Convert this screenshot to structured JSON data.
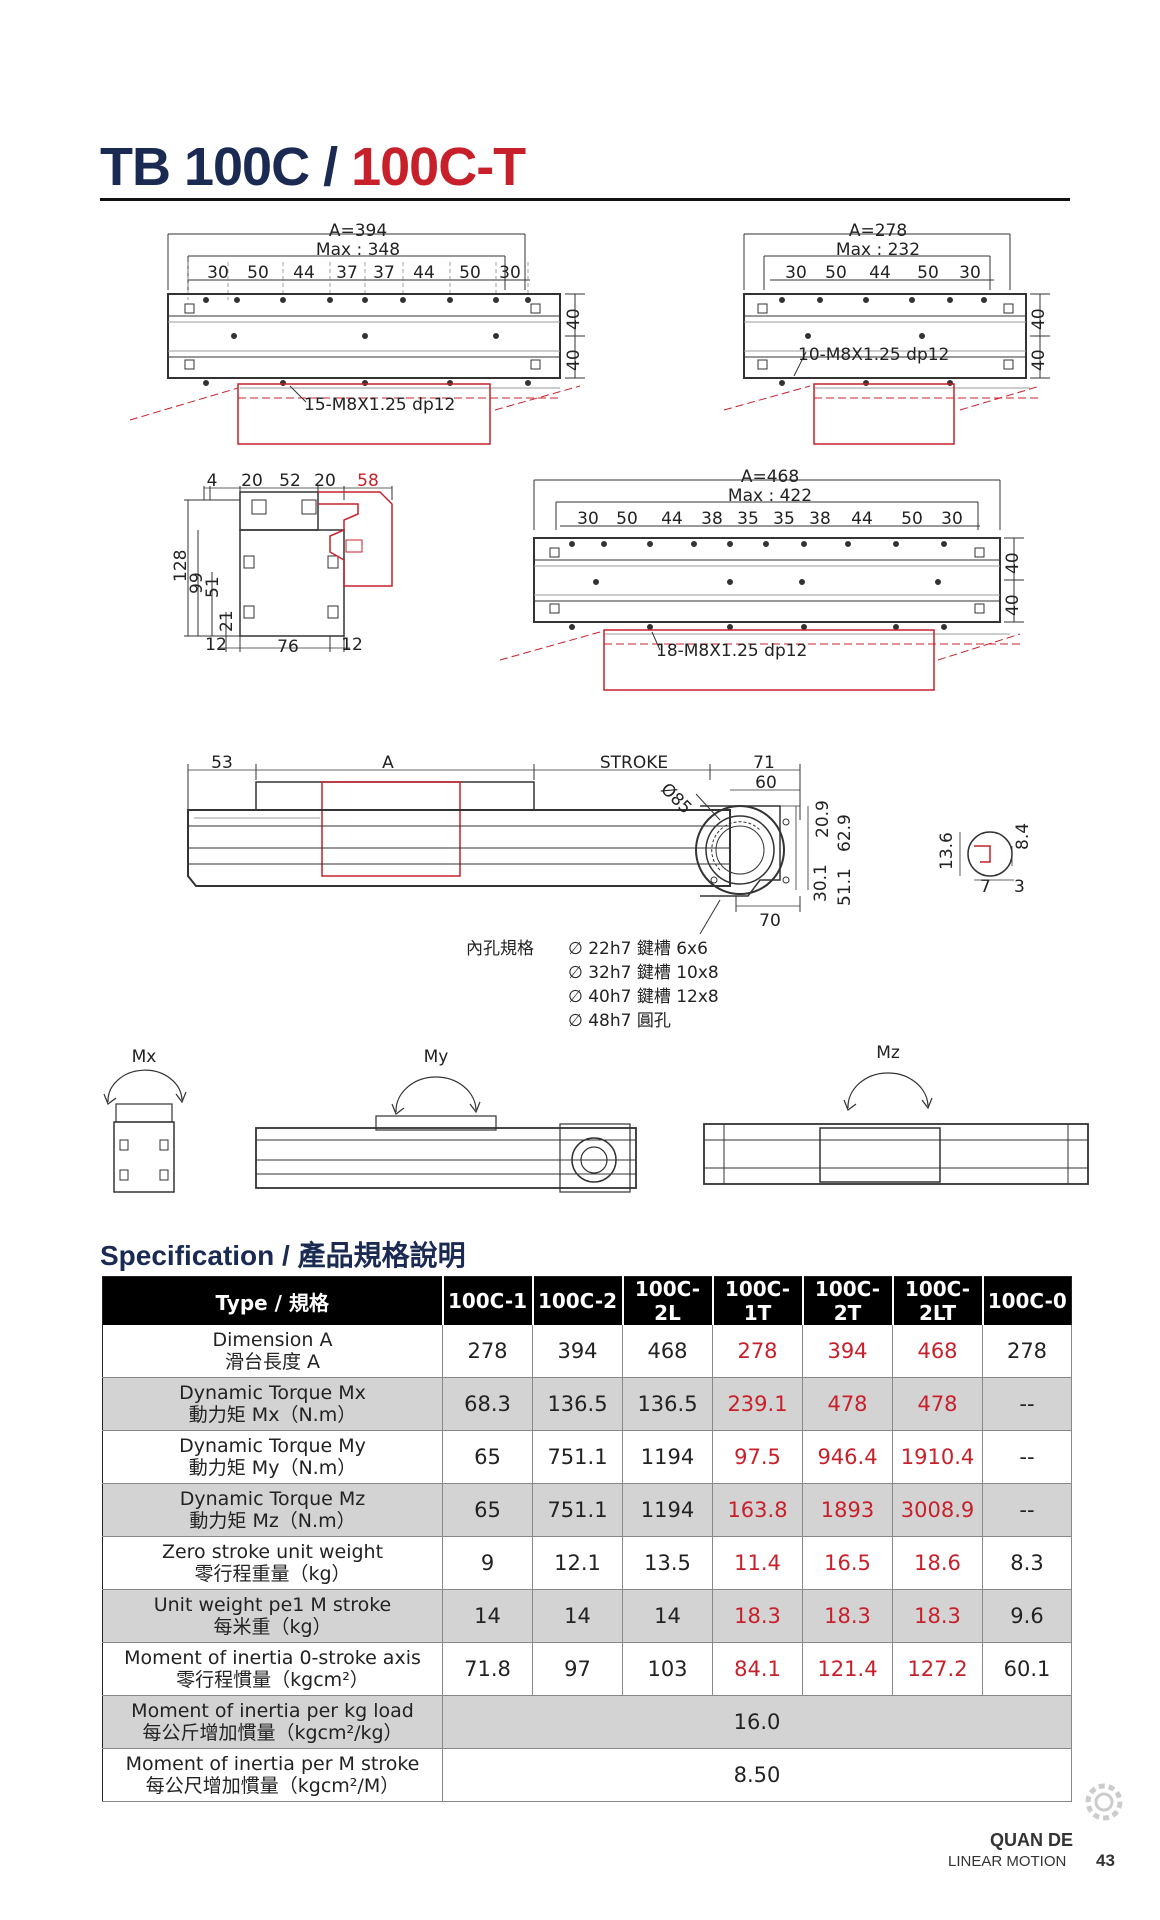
{
  "title": {
    "part1": "TB 100C",
    "sep": " / ",
    "part2": "100C-T"
  },
  "drawings": {
    "top_left": {
      "a": "A=394",
      "max": "Max : 348",
      "dims": [
        "30",
        "50",
        "44",
        "37",
        "37",
        "44",
        "50",
        "30"
      ],
      "side": [
        "40",
        "40"
      ],
      "hole": "15-M8X1.25 dp12"
    },
    "top_right": {
      "a": "A=278",
      "max": "Max : 232",
      "dims": [
        "30",
        "50",
        "44",
        "50",
        "30"
      ],
      "side": [
        "40",
        "40"
      ],
      "hole": "10-M8X1.25 dp12"
    },
    "section": {
      "top": [
        "4",
        "20",
        "52",
        "20"
      ],
      "red": "58",
      "left": [
        "128",
        "99",
        "51",
        "21"
      ],
      "bottom": [
        "12",
        "76",
        "12"
      ]
    },
    "mid_right": {
      "a": "A=468",
      "max": "Max : 422",
      "dims": [
        "30",
        "50",
        "44",
        "38",
        "35",
        "35",
        "38",
        "44",
        "50",
        "30"
      ],
      "side": [
        "40",
        "40"
      ],
      "hole": "18-M8X1.25 dp12"
    },
    "side_view": {
      "top": [
        "53",
        "A",
        "STROKE",
        "71"
      ],
      "d60": "60",
      "dia": "Ø85",
      "right": [
        "20.9",
        "62.9",
        "30.1",
        "51.1"
      ],
      "d70": "70"
    },
    "key": {
      "h": "13.6",
      "w": "8.4",
      "b1": "7",
      "b2": "3"
    },
    "bore": {
      "label": "內孔規格",
      "items": [
        "∅ 22h7 鍵槽 6x6",
        "∅ 32h7 鍵槽 10x8",
        "∅ 40h7 鍵槽 12x8",
        "∅ 48h7 圓孔"
      ]
    },
    "moments": {
      "mx": "Mx",
      "my": "My",
      "mz": "Mz"
    }
  },
  "spec_title": "Specification / 產品規格說明",
  "table": {
    "headers": [
      "Type / 規格",
      "100C-1",
      "100C-2",
      "100C-2L",
      "100C-1T",
      "100C-2T",
      "100C-2LT",
      "100C-0"
    ],
    "rows": [
      {
        "en": "Dimension  A",
        "zh": "滑台長度 A",
        "vals": [
          "278",
          "394",
          "468",
          "278",
          "394",
          "468",
          "278"
        ]
      },
      {
        "en": "Dynamic Torque Mx",
        "zh": "動力矩 Mx（N.m）",
        "vals": [
          "68.3",
          "136.5",
          "136.5",
          "239.1",
          "478",
          "478",
          "--"
        ]
      },
      {
        "en": "Dynamic Torque My",
        "zh": "動力矩 My（N.m）",
        "vals": [
          "65",
          "751.1",
          "1194",
          "97.5",
          "946.4",
          "1910.4",
          "--"
        ]
      },
      {
        "en": "Dynamic Torque Mz",
        "zh": "動力矩 Mz（N.m）",
        "vals": [
          "65",
          "751.1",
          "1194",
          "163.8",
          "1893",
          "3008.9",
          "--"
        ]
      },
      {
        "en": "Zero stroke unit weight",
        "zh": "零行程重量（kg）",
        "vals": [
          "9",
          "12.1",
          "13.5",
          "11.4",
          "16.5",
          "18.6",
          "8.3"
        ]
      },
      {
        "en": "Unit weight pe1 M stroke",
        "zh": "每米重（kg）",
        "vals": [
          "14",
          "14",
          "14",
          "18.3",
          "18.3",
          "18.3",
          "9.6"
        ]
      },
      {
        "en": "Moment of inertia 0-stroke axis",
        "zh": "零行程慣量（kgcm²）",
        "vals": [
          "71.8",
          "97",
          "103",
          "84.1",
          "121.4",
          "127.2",
          "60.1"
        ]
      }
    ],
    "merged": [
      {
        "en": "Moment of inertia per kg load",
        "zh": "每公斤增加慣量（kgcm²/kg）",
        "val": "16.0"
      },
      {
        "en": "Moment of inertia per M stroke",
        "zh": "每公尺增加慣量（kgcm²/M）",
        "val": "8.50"
      }
    ]
  },
  "footer": {
    "brand": "QUAN DE",
    "sub": "LINEAR MOTION",
    "page": "43"
  }
}
